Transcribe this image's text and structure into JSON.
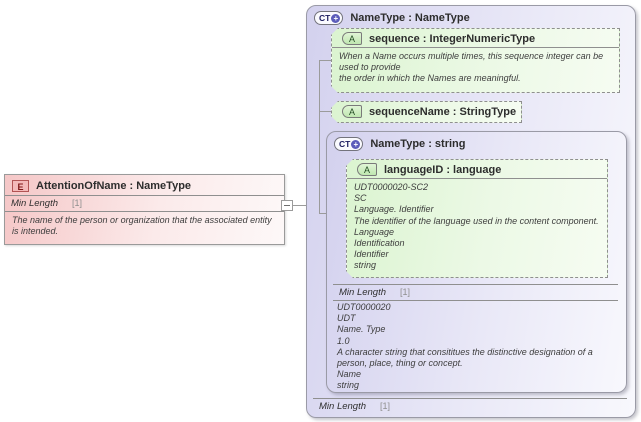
{
  "colors": {
    "ct_fill": "#d3d1ee",
    "attr_fill": "#dbf4d0",
    "element_fill": "#f5c7c7",
    "badge_element_border": "#b25454",
    "badge_ct_circle": "#5c5cba",
    "border": "#9a9a9a",
    "annotation_text": "#3d3d3d"
  },
  "element_box": {
    "badge": "E",
    "title": "AttentionOfName : NameType",
    "facet_name": "Min Length",
    "facet_value": "[1]",
    "annotation": "The name of the person or organization that the associated entity is intended."
  },
  "ct_box": {
    "badge": "CT",
    "plus": "+",
    "title": "NameType : NameType",
    "attributes": [
      {
        "badge": "A",
        "title": "sequence : IntegerNumericType",
        "annotation": [
          "When a Name occurs multiple times, this sequence integer can be used to provide",
          "the order in which the Names are meaningful."
        ]
      },
      {
        "badge": "A",
        "title": "sequenceName : StringType"
      }
    ],
    "inner_ct": {
      "badge": "CT",
      "plus": "+",
      "title": "NameType : string",
      "attribute": {
        "badge": "A",
        "title": "languageID : language",
        "annotation": [
          "UDT0000020-SC2",
          "SC",
          "Language. Identifier",
          "The identifier of the language used in the content component.",
          "Language",
          "Identification",
          "Identifier",
          "string"
        ]
      },
      "facet_name": "Min Length",
      "facet_value": "[1]",
      "annotation": [
        "UDT0000020",
        "UDT",
        "Name. Type",
        "1.0",
        "A character string that consititues the distinctive designation of a person, place, thing or concept.",
        "Name",
        "string"
      ]
    },
    "facet_name": "Min Length",
    "facet_value": "[1]"
  }
}
